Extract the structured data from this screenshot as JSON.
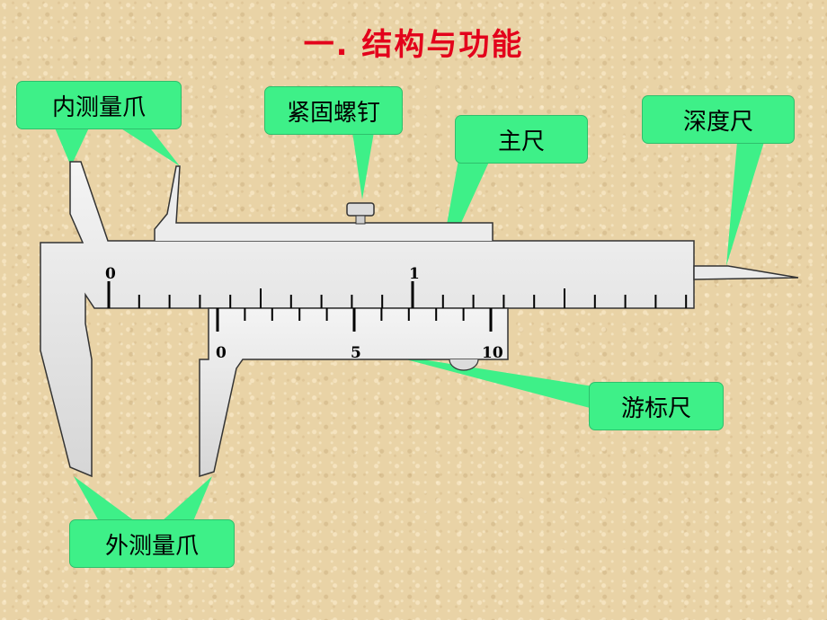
{
  "title": "一. 结构与功能",
  "labels": {
    "inner_jaw": "内测量爪",
    "lock_screw": "紧固螺钉",
    "main_scale": "主尺",
    "depth_rod": "深度尺",
    "vernier": "游标尺",
    "outer_jaw": "外测量爪"
  },
  "main_scale_numbers": [
    "0",
    "1"
  ],
  "vernier_numbers": [
    "0",
    "5",
    "10"
  ],
  "colors": {
    "title": "#e3001b",
    "label_fill": "#3ef088",
    "body_fill": "#e6e6e6",
    "outline": "#333333"
  }
}
